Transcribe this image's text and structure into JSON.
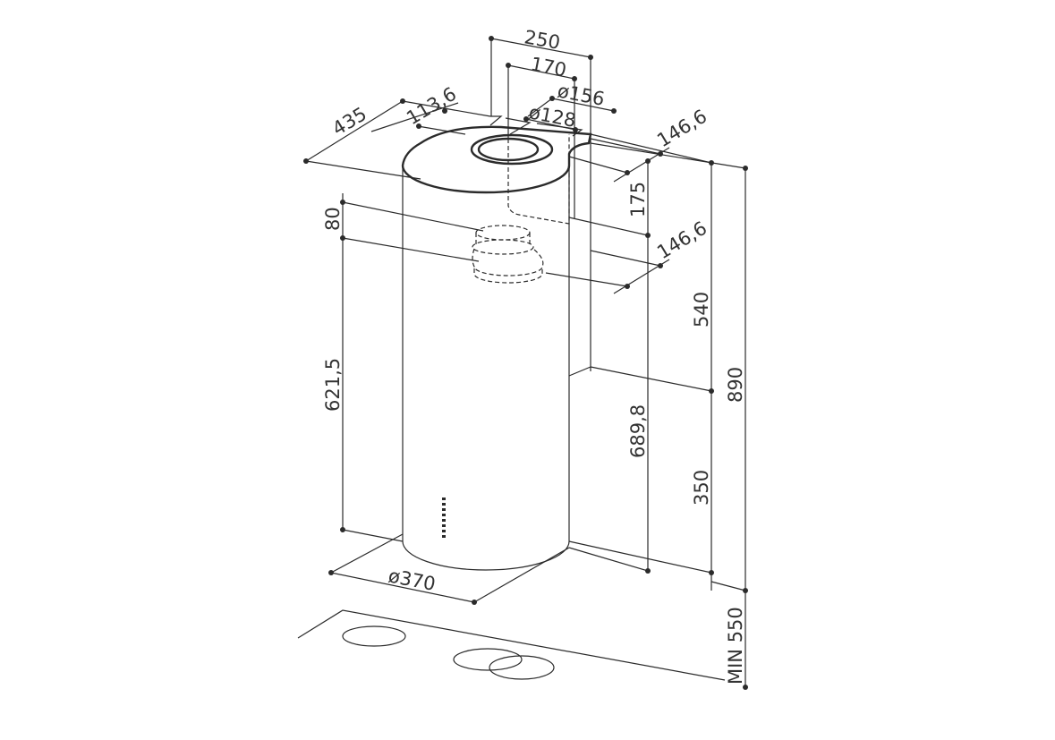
{
  "dimensions": {
    "width_250": "250",
    "width_170": "170",
    "dia_156": "ø156",
    "dia_128": "ø128",
    "depth_435": "435",
    "offset_113_6": "113,6",
    "offset_146_6_top": "146,6",
    "height_175": "175",
    "offset_146_6_bottom": "146,6",
    "height_80": "80",
    "height_621_5": "621,5",
    "height_540": "540",
    "height_689_8": "689,8",
    "height_350": "350",
    "height_890": "890",
    "min_550": "MIN 550",
    "dia_370": "ø370"
  }
}
